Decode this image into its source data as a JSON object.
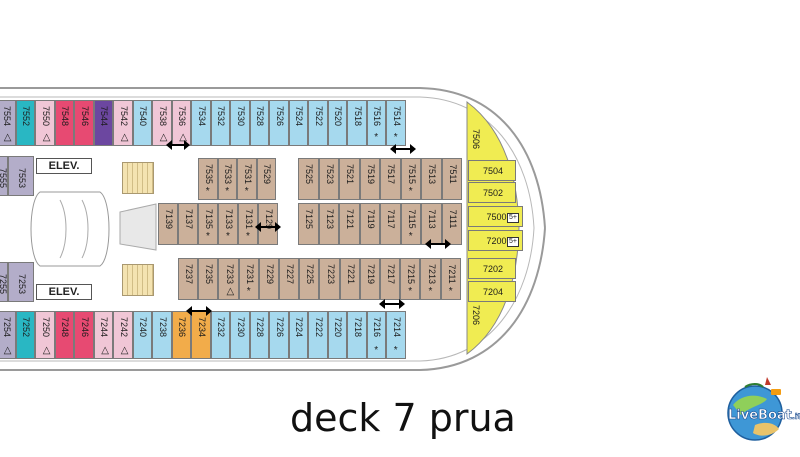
{
  "caption": "deck 7 prua",
  "logo": {
    "text": "LiveBoat",
    "tld": ".it"
  },
  "elevator_label": "ELEV.",
  "colors": {
    "outline": "#888888",
    "balcony": "#a6d9ee",
    "interior": "#cbb09a",
    "suite_front": "#f0ec52",
    "accessible_orange": "#f2ac4a",
    "red": "#e74a72",
    "purple": "#6c47a0",
    "teal": "#29b7c3",
    "pink": "#f0c6d6"
  },
  "cabins": {
    "top_outer": [
      {
        "n": "7554",
        "m": "△"
      },
      {
        "n": "7552",
        "m": ""
      },
      {
        "n": "7550",
        "m": "△"
      },
      {
        "n": "7548",
        "m": ""
      },
      {
        "n": "7546",
        "m": ""
      },
      {
        "n": "7544",
        "m": ""
      },
      {
        "n": "7542",
        "m": "△"
      },
      {
        "n": "7540",
        "m": ""
      },
      {
        "n": "7538",
        "m": "△"
      },
      {
        "n": "7536",
        "m": "△"
      },
      {
        "n": "7534",
        "m": ""
      },
      {
        "n": "7532",
        "m": ""
      },
      {
        "n": "7530",
        "m": ""
      },
      {
        "n": "7528",
        "m": ""
      },
      {
        "n": "7526",
        "m": ""
      },
      {
        "n": "7524",
        "m": ""
      },
      {
        "n": "7522",
        "m": ""
      },
      {
        "n": "7520",
        "m": ""
      },
      {
        "n": "7518",
        "m": ""
      },
      {
        "n": "7516",
        "m": "*"
      },
      {
        "n": "7514",
        "m": "*"
      }
    ],
    "top_inner_left": [
      {
        "n": "7535",
        "m": "*"
      },
      {
        "n": "7533",
        "m": "*"
      },
      {
        "n": "7531",
        "m": "*"
      },
      {
        "n": "7529",
        "m": ""
      }
    ],
    "top_inner_right": [
      {
        "n": "7525",
        "m": ""
      },
      {
        "n": "7523",
        "m": ""
      },
      {
        "n": "7521",
        "m": ""
      },
      {
        "n": "7519",
        "m": ""
      },
      {
        "n": "7517",
        "m": ""
      },
      {
        "n": "7515",
        "m": "*"
      },
      {
        "n": "7513",
        "m": ""
      },
      {
        "n": "7511",
        "m": ""
      }
    ],
    "mid_upper_left": [
      {
        "n": "7139",
        "m": ""
      },
      {
        "n": "7137",
        "m": ""
      },
      {
        "n": "7135",
        "m": "*"
      },
      {
        "n": "7133",
        "m": "*"
      },
      {
        "n": "7131",
        "m": "*"
      },
      {
        "n": "7129",
        "m": ""
      }
    ],
    "mid_upper_right": [
      {
        "n": "7125",
        "m": ""
      },
      {
        "n": "7123",
        "m": ""
      },
      {
        "n": "7121",
        "m": ""
      },
      {
        "n": "7119",
        "m": ""
      },
      {
        "n": "7117",
        "m": ""
      },
      {
        "n": "7115",
        "m": "*"
      },
      {
        "n": "7113",
        "m": ""
      },
      {
        "n": "7111",
        "m": ""
      }
    ],
    "bottom_inner": [
      {
        "n": "7237",
        "m": ""
      },
      {
        "n": "7235",
        "m": ""
      },
      {
        "n": "7233",
        "m": "△"
      },
      {
        "n": "7231",
        "m": "*"
      },
      {
        "n": "7229",
        "m": ""
      },
      {
        "n": "7227",
        "m": ""
      },
      {
        "n": "7225",
        "m": ""
      },
      {
        "n": "7223",
        "m": ""
      },
      {
        "n": "7221",
        "m": ""
      },
      {
        "n": "7219",
        "m": ""
      },
      {
        "n": "7217",
        "m": ""
      },
      {
        "n": "7215",
        "m": "*"
      },
      {
        "n": "7213",
        "m": "*"
      },
      {
        "n": "7211",
        "m": "*"
      }
    ],
    "bottom_outer": [
      {
        "n": "7254",
        "m": "△"
      },
      {
        "n": "7252",
        "m": ""
      },
      {
        "n": "7250",
        "m": "△"
      },
      {
        "n": "7248",
        "m": ""
      },
      {
        "n": "7246",
        "m": ""
      },
      {
        "n": "7244",
        "m": "△"
      },
      {
        "n": "7242",
        "m": "△"
      },
      {
        "n": "7240",
        "m": ""
      },
      {
        "n": "7238",
        "m": ""
      },
      {
        "n": "7236",
        "m": ""
      },
      {
        "n": "7234",
        "m": ""
      },
      {
        "n": "7232",
        "m": ""
      },
      {
        "n": "7230",
        "m": ""
      },
      {
        "n": "7228",
        "m": ""
      },
      {
        "n": "7226",
        "m": ""
      },
      {
        "n": "7224",
        "m": ""
      },
      {
        "n": "7222",
        "m": ""
      },
      {
        "n": "7220",
        "m": ""
      },
      {
        "n": "7218",
        "m": ""
      },
      {
        "n": "7216",
        "m": "*"
      },
      {
        "n": "7214",
        "m": "*"
      }
    ],
    "left_side": [
      {
        "n": "7555"
      },
      {
        "n": "7553"
      },
      {
        "n": "7255"
      },
      {
        "n": "7253"
      }
    ],
    "bow_vertical": [
      {
        "n": "7506"
      },
      {
        "n": "7206"
      }
    ],
    "bow": [
      {
        "n": "7504",
        "icon": ""
      },
      {
        "n": "7502",
        "icon": ""
      },
      {
        "n": "7500",
        "icon": "5+"
      },
      {
        "n": "7200",
        "icon": "5+"
      },
      {
        "n": "7202",
        "icon": ""
      },
      {
        "n": "7204",
        "icon": ""
      }
    ]
  }
}
